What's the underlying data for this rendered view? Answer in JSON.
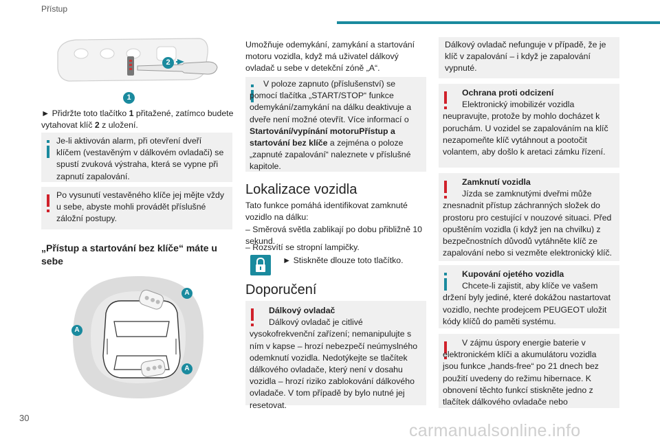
{
  "header": {
    "section": "Přístup",
    "page_number": "30"
  },
  "figure1": {
    "callout_1": "1",
    "callout_2": "2"
  },
  "col1": {
    "step1_pre": "► Přidržte toto tlačítko ",
    "step1_b1": "1",
    "step1_mid": " přitažené, zatímco budete vytahovat klíč ",
    "step1_b2": "2",
    "step1_post": " z uložení.",
    "info1": "Je-li aktivován alarm, při otevření dveří klíčem (vestavěným v dálkovém ovladači) se spustí zvuková výstraha, která se vypne při zapnutí zapalování.",
    "warn1": "Po vysunutí vestavěného klíče jej mějte vždy u sebe, abyste mohli provádět příslušné záložní postupy.",
    "heading": "„Přístup a startování bez klíče“ máte u sebe",
    "figure2_label": "A"
  },
  "col2": {
    "intro": "Umožňuje odemykání, zamykání a startování motoru vozidla, když má uživatel dálkový ovladač u sebe v detekční zóně „A“.",
    "info_pre": "V poloze zapnuto (příslušenství) se pomocí tlačítka „START/STOP“ funkce odemykání/zamykání na dálku deaktivuje a dveře není možné otevřít. Více informací o ",
    "info_bold": "Startování/vypínání motoruPřístup a startování bez klíče",
    "info_post": " a zejména o poloze „zapnuté zapalování“ naleznete v příslušné kapitole.",
    "h_lokalizace": "Lokalizace vozidla",
    "lok_p1": "Tato funkce pomáhá identifikovat zamknuté vozidlo na dálku:",
    "lok_p2": "– Směrová světla zablikají po dobu přibližně 10 sekund.",
    "lok_p3": "– Rozsvítí se stropní lampičky.",
    "lok_p4": "► Stiskněte dlouze toto tlačítko.",
    "h_doporuceni": "Doporučení",
    "warn_title": "Dálkový ovladač",
    "warn_body": "Dálkový ovladač je citlivé vysokofrekvenční zařízení; nemanipulujte s ním v kapse – hrozí nebezpečí neúmyslného odemknutí vozidla. Nedotýkejte se tlačítek dálkového ovladače, který není v dosahu vozidla – hrozí riziko zablokování dálkového ovladače. V tom případě by bylo nutné jej resetovat."
  },
  "col3": {
    "box1": "Dálkový ovladač nefunguje v případě, že je klíč v zapalování – i když je zapalování vypnuté.",
    "box2_title": "Ochrana proti odcizení",
    "box2_body": "Elektronický imobilizér vozidla neupravujte, protože by mohlo docházet k poruchám. U vozidel se zapalováním na klíč nezapomeňte klíč vytáhnout a pootočit volantem, aby došlo k aretaci zámku řízení.",
    "box3_title": "Zamknutí vozidla",
    "box3_body": "Jízda se zamknutými dveřmi může znesnadnit přístup záchranných složek do prostoru pro cestující v nouzové situaci. Před opuštěním vozidla (i když jen na chvilku) z bezpečnostních důvodů vytáhněte klíč ze zapalování nebo si vezměte elektronický klíč.",
    "box4_title": "Kupování ojetého vozidla",
    "box4_body": "Chcete-li zajistit, aby klíče ve vašem držení byly jediné, které dokážou nastartovat vozidlo, nechte prodejcem PEUGEOT uložit kódy klíčů do paměti systému.",
    "box5": "V zájmu úspory energie baterie v elektronickém klíči a akumulátoru vozidla jsou funkce „hands-free“ po 21 dnech bez použití uvedeny do režimu hibernace. K obnovení těchto funkcí stiskněte jedno z tlačítek dálkového ovladače nebo"
  },
  "watermark": "carmanualsonline.info"
}
